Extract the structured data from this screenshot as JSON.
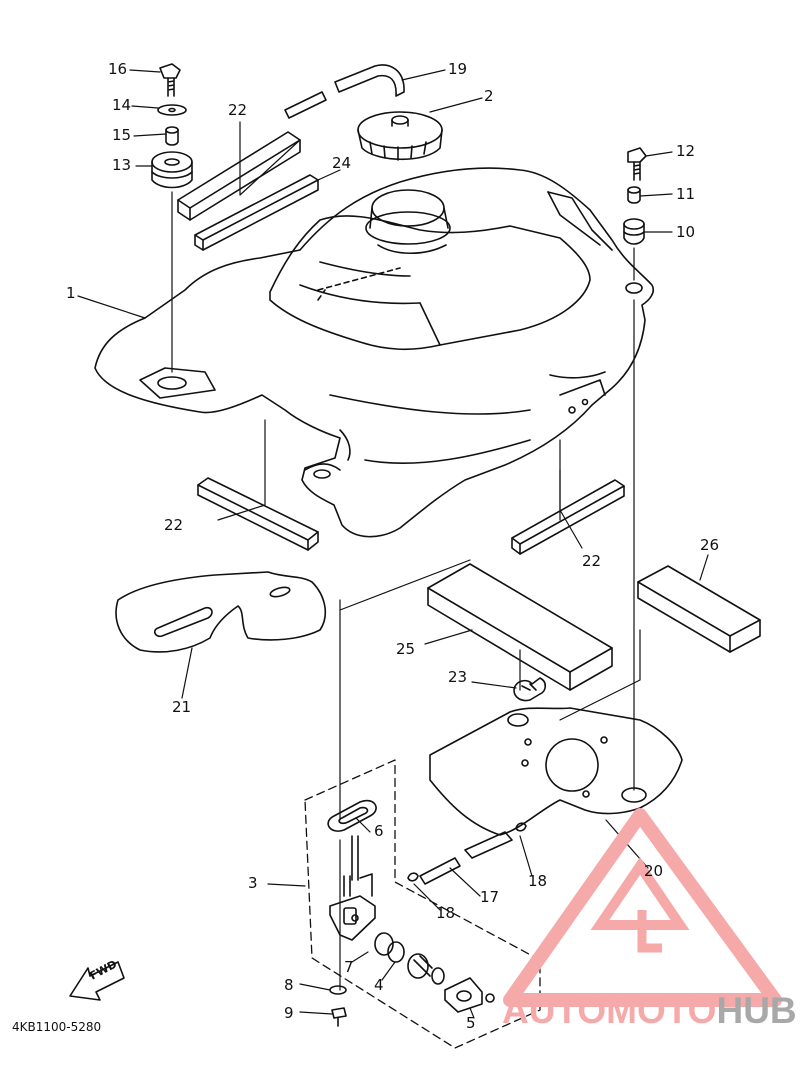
{
  "diagram": {
    "callouts": [
      {
        "id": "1",
        "text": "1"
      },
      {
        "id": "2",
        "text": "2"
      },
      {
        "id": "3",
        "text": "3"
      },
      {
        "id": "4",
        "text": "4"
      },
      {
        "id": "5",
        "text": "5"
      },
      {
        "id": "6",
        "text": "6"
      },
      {
        "id": "7",
        "text": "7"
      },
      {
        "id": "8",
        "text": "8"
      },
      {
        "id": "9",
        "text": "9"
      },
      {
        "id": "10",
        "text": "10"
      },
      {
        "id": "11",
        "text": "11"
      },
      {
        "id": "12",
        "text": "12"
      },
      {
        "id": "13",
        "text": "13"
      },
      {
        "id": "14",
        "text": "14"
      },
      {
        "id": "15",
        "text": "15"
      },
      {
        "id": "16",
        "text": "16"
      },
      {
        "id": "17",
        "text": "17"
      },
      {
        "id": "18a",
        "text": "18"
      },
      {
        "id": "18b",
        "text": "18"
      },
      {
        "id": "19",
        "text": "19"
      },
      {
        "id": "20",
        "text": "20"
      },
      {
        "id": "21",
        "text": "21"
      },
      {
        "id": "22a",
        "text": "22"
      },
      {
        "id": "22b",
        "text": "22"
      },
      {
        "id": "22c",
        "text": "22"
      },
      {
        "id": "23",
        "text": "23"
      },
      {
        "id": "24",
        "text": "24"
      },
      {
        "id": "25",
        "text": "25"
      },
      {
        "id": "26",
        "text": "26"
      }
    ],
    "fwd_label": "FWD",
    "drawing_code": "4KB1100-5280"
  },
  "watermark": {
    "part1": "AUTOMOTO",
    "part2": "HUB",
    "color_primary": "#f6a9a9",
    "color_secondary": "#a8a8a8"
  }
}
